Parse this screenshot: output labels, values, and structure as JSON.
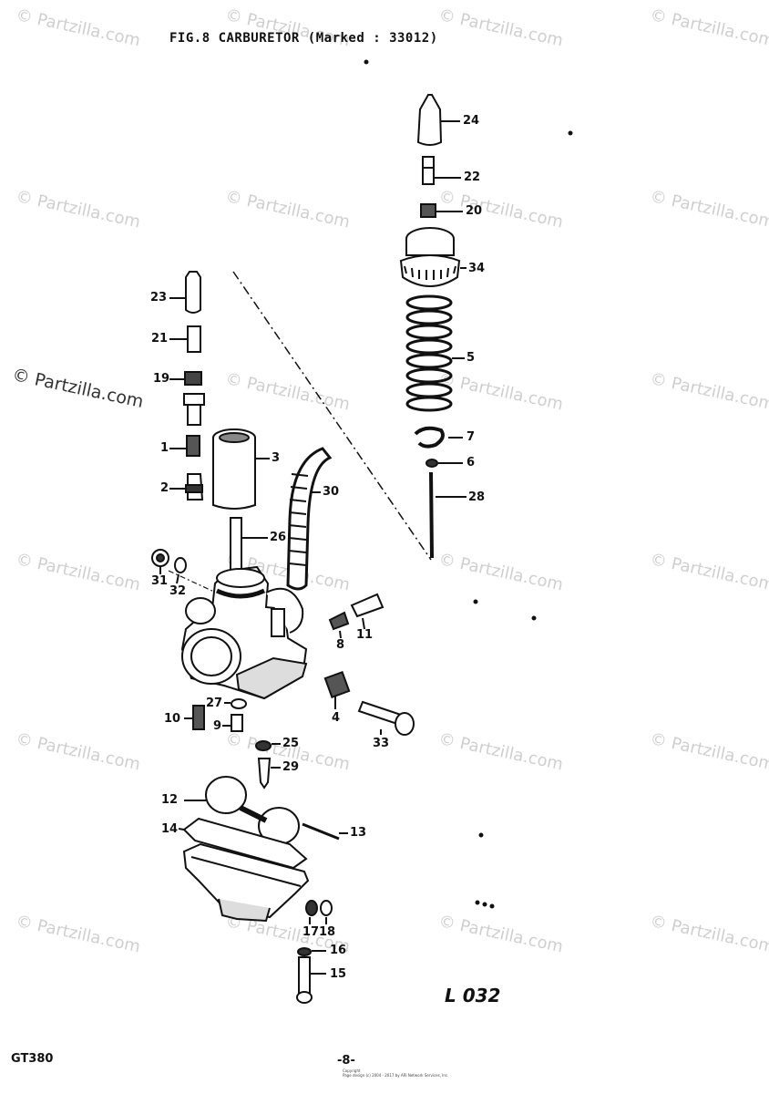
{
  "title": "FIG.8  CARBURETOR (Marked : 33012)",
  "watermark": "© Partzilla.com",
  "footer": {
    "model": "GT380",
    "page": "-8-",
    "copyright_line1": "Copyright",
    "copyright_line2": "Page design (c) 2004 - 2017 by ARI Network Services, Inc."
  },
  "diagram_code": "L 032",
  "callouts": {
    "c1": "1",
    "c2": "2",
    "c3": "3",
    "c4": "4",
    "c5": "5",
    "c6": "6",
    "c7": "7",
    "c8": "8",
    "c9": "9",
    "c10": "10",
    "c11": "11",
    "c12": "12",
    "c13": "13",
    "c14": "14",
    "c15": "15",
    "c16": "16",
    "c17": "17",
    "c18": "18",
    "c19": "19",
    "c20": "20",
    "c21": "21",
    "c22": "22",
    "c23": "23",
    "c24": "24",
    "c25": "25",
    "c26": "26",
    "c27": "27",
    "c28": "28",
    "c29": "29",
    "c30": "30",
    "c31": "31",
    "c32": "32",
    "c33": "33",
    "c34": "34"
  }
}
